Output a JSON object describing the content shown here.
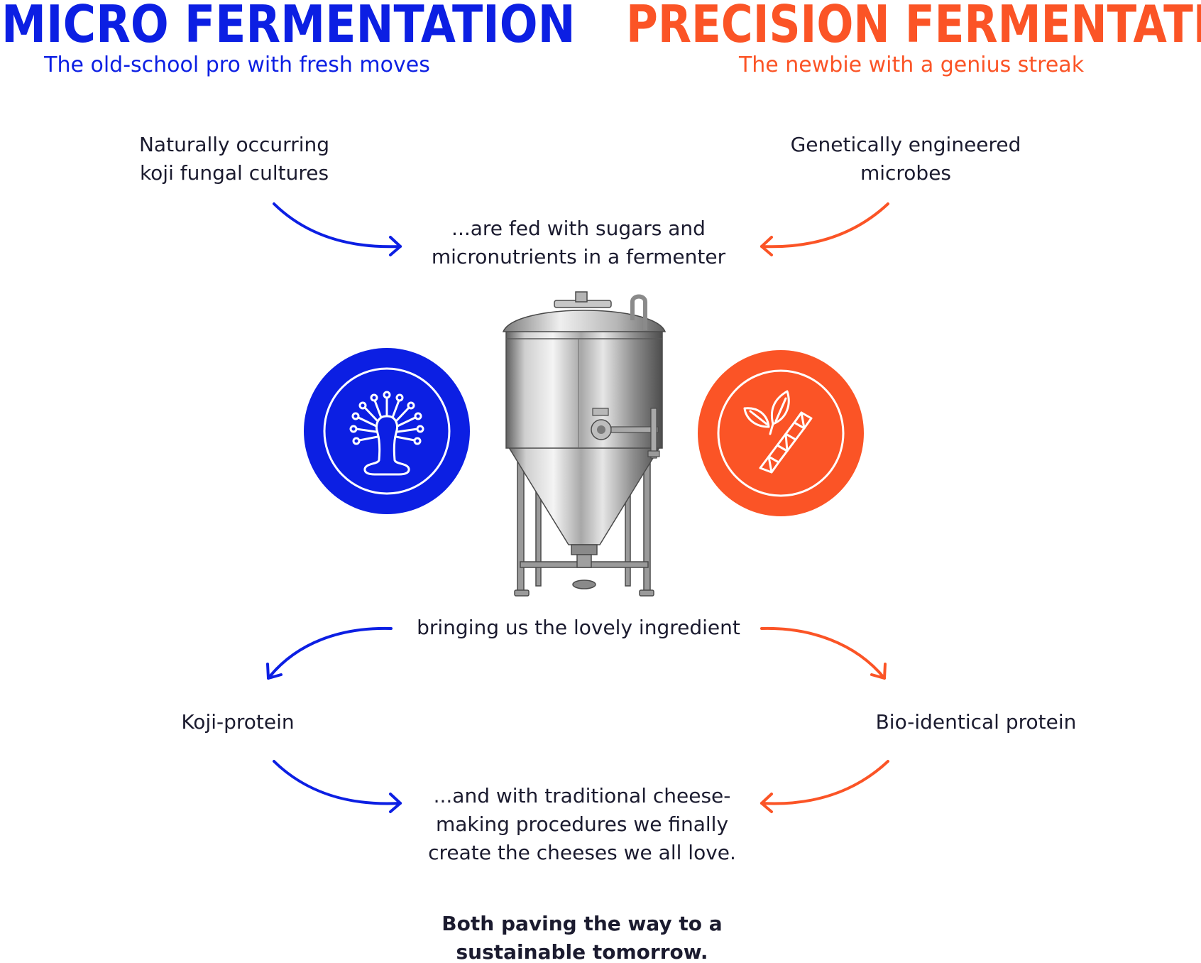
{
  "left": {
    "title": "MICRO FERMENTATION",
    "subtitle": "The old-school pro with fresh moves",
    "source": [
      "Naturally occurring",
      "koji fungal cultures"
    ],
    "product": "Koji-protein",
    "color": "#0c1fe3",
    "icon": "koji-culture-icon"
  },
  "right": {
    "title": "PRECISION FERMENTATION",
    "subtitle": "The newbie with a genius streak",
    "source": [
      "Genetically engineered",
      "microbes"
    ],
    "product": "Bio-identical protein",
    "color": "#fb5426",
    "icon": "leaf-dna-icon"
  },
  "center": {
    "feed": [
      "...are fed with sugars and",
      "micronutrients in a fermenter"
    ],
    "bringing": "bringing us the lovely ingredient",
    "final": [
      "...and with traditional cheese-",
      "making procedures we finally",
      "create the cheeses we all love."
    ],
    "conclusion": [
      "Both paving the way to a",
      "sustainable tomorrow."
    ],
    "image": "fermenter-tank"
  },
  "text_color": "#1b1b2f"
}
